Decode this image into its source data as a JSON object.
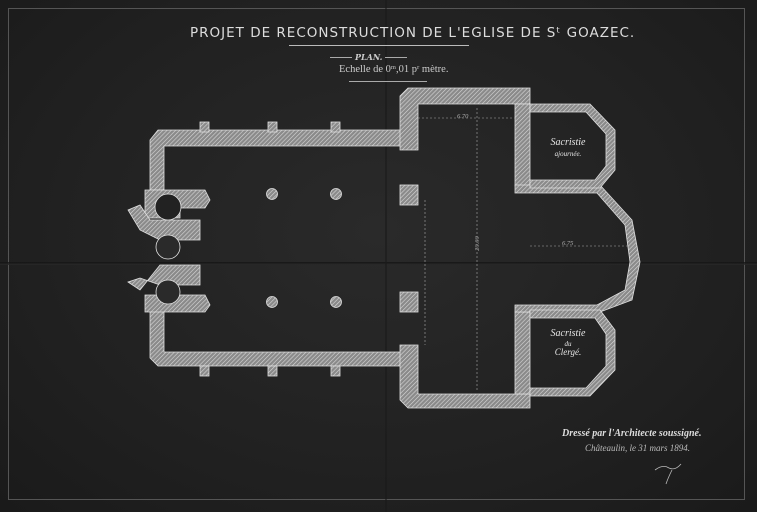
{
  "title": "PROJET DE RECONSTRUCTION DE L'EGLISE DE Sᵗ GOAZEC.",
  "subtitle": "PLAN.",
  "scale": "Echelle de 0ᵐ,01 pʳ mètre.",
  "rooms": {
    "sacristy_upper": {
      "name": "Sacristie",
      "note": "ajournée."
    },
    "sacristy_lower": {
      "name": "Sacristie",
      "note": "du",
      "note2": "Clergé."
    }
  },
  "dimensions": {
    "apse_width": "6.75",
    "transept_width": "6.70",
    "transept_length": "20.00"
  },
  "signature": {
    "line1": "Dressé par l'Architecte soussigné.",
    "line2": "Châteaulin, le 31 mars 1894."
  },
  "colors": {
    "paper": "#222222",
    "ink": "#dddddd"
  }
}
